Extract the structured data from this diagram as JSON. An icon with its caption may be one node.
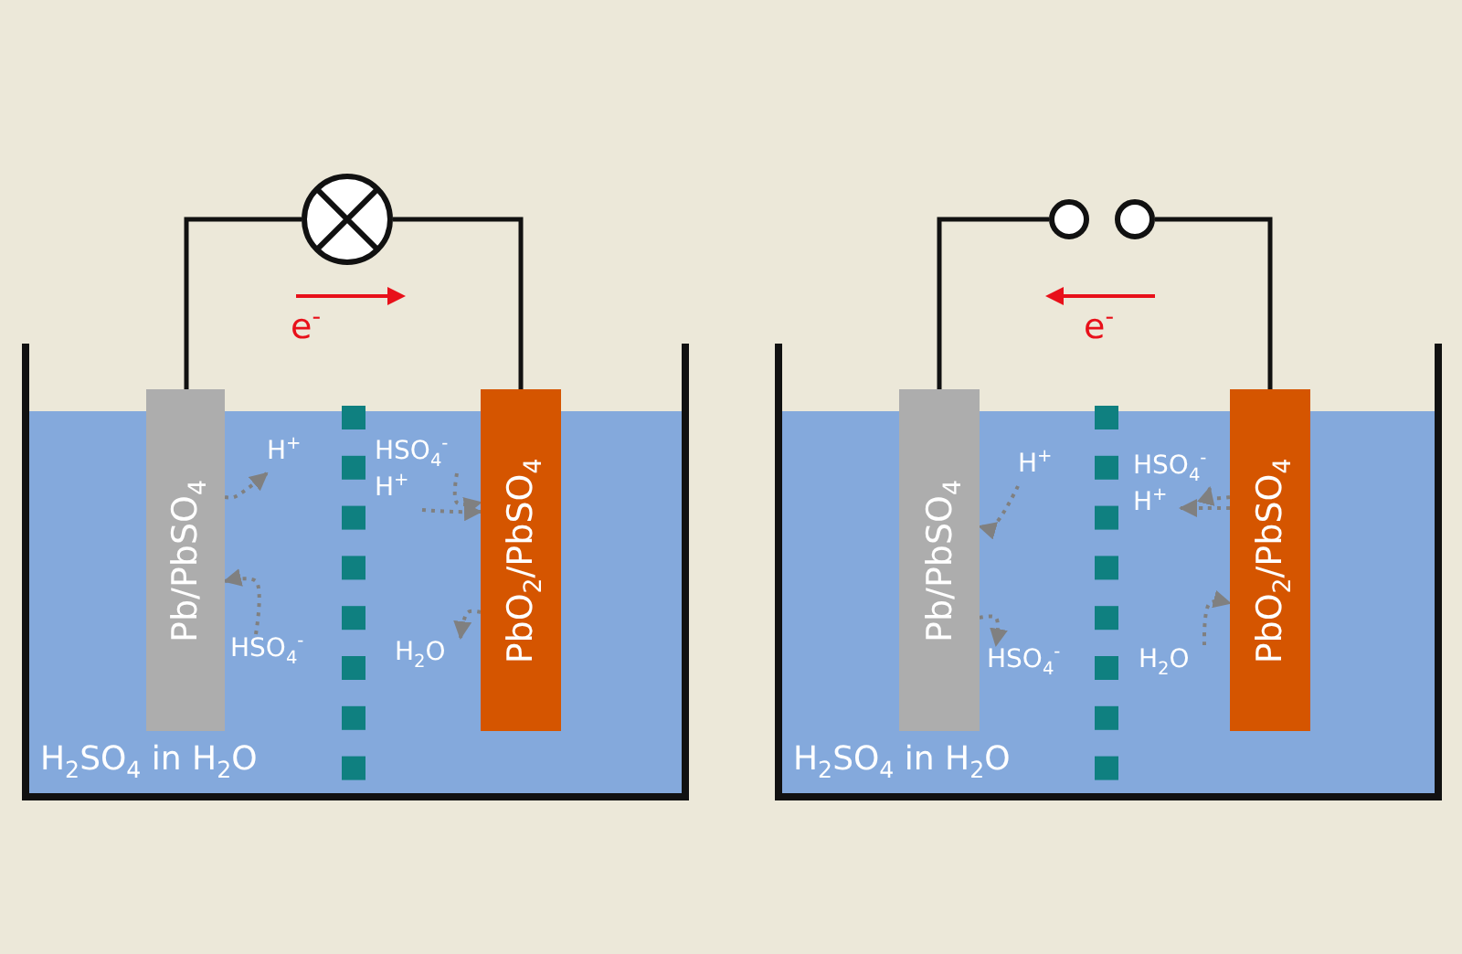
{
  "diagram": {
    "nodes": [
      {
        "text": [],
        "shape": "circle"
      },
      {
        "text": [
          "Pb/PbSO$_{4}$"
        ]
      },
      {
        "text": [
          "H$^{+}$"
        ]
      },
      {
        "text": [
          "HSO$_{4}$$^{-}$"
        ]
      },
      {
        "text": [
          "HSO$_{4}$$^{-}$"
        ]
      },
      {
        "text": [
          "H$^{+}$"
        ]
      },
      {
        "text": [
          "PbO$_{2}$/PbSO$_{4}$"
        ]
      },
      {
        "text": [
          "H$_{2}$O"
        ]
      },
      {
        "text": [],
        "shape": "circle"
      },
      {
        "text": [],
        "shape": "circle"
      },
      {
        "text": [
          "Pb/PbSO$_{4}$"
        ]
      },
      {
        "text": [
          "H$^{+}$"
        ]
      },
      {
        "text": [
          "HSO$_{4}$$^{-}$"
        ]
      },
      {
        "text": [
          "HSO$_{4}$$^{-}$"
        ]
      },
      {
        "text": [
          "H$^{+}$"
        ]
      },
      {
        "text": [
          "PbO$_{2}$/PbSO$_{4}$"
        ]
      },
      {
        "text": [
          "H$_{2}$O"
        ]
      }
    ],
    "edges": [
      {
        "from": 1,
        "to": 0,
        "arrow": "none",
        "color": "#111111"
      },
      {
        "from": 0,
        "to": 6,
        "arrow": "none",
        "color": "#111111"
      },
      {
        "from": 3,
        "to": 1,
        "arrow": "to",
        "style": "dashed",
        "color": "#808080"
      },
      {
        "from": 1,
        "to": 2,
        "arrow": "to",
        "style": "dashed",
        "color": "#808080"
      },
      {
        "from": 4,
        "to": 6,
        "arrow": "to",
        "style": "dashed",
        "color": "#808080"
      },
      {
        "from": 5,
        "to": 6,
        "arrow": "to",
        "style": "dashed",
        "color": "#808080"
      },
      {
        "from": 6,
        "to": 7,
        "arrow": "to",
        "style": "dashed",
        "color": "#808080"
      },
      {
        "from": 10,
        "to": 8,
        "arrow": "none",
        "color": "#111111"
      },
      {
        "from": 9,
        "to": 15,
        "arrow": "none",
        "color": "#111111"
      },
      {
        "from": 11,
        "to": 10,
        "arrow": "to",
        "style": "dashed",
        "color": "#808080"
      },
      {
        "from": 10,
        "to": 12,
        "arrow": "to",
        "style": "dashed",
        "color": "#808080"
      },
      {
        "from": 16,
        "to": 15,
        "arrow": "to",
        "style": "dashed",
        "color": "#808080"
      },
      {
        "from": 15,
        "to": 13,
        "arrow": "to",
        "style": "dashed",
        "color": "#808080"
      },
      {
        "from": 15,
        "to": 14,
        "arrow": "to",
        "style": "dashed",
        "color": "#808080"
      }
    ],
    "labels": [
      "e$^{-}$",
      "H$_{2}$SO$_{4}$ in H$_{2}$O",
      "e$^{-}$",
      "H$_{2}$SO$_{4}$ in H$_{2}$O"
    ]
  }
}
